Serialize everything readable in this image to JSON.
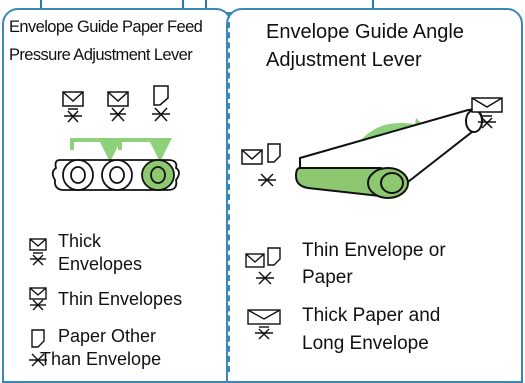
{
  "left_panel": {
    "title_line1": "Envelope Guide Paper Feed",
    "title_line2": "Pressure Adjustment Lever",
    "legend": [
      {
        "icon": "thick-envelope-icon",
        "line1": "Thick",
        "line2": "Envelopes"
      },
      {
        "icon": "thin-envelope-icon",
        "line1": "Thin Envelopes"
      },
      {
        "icon": "paper-icon",
        "line1": "Paper Other",
        "line2": "Than Envelope"
      }
    ]
  },
  "right_panel": {
    "title_line1": "Envelope Guide Angle",
    "title_line2": "Adjustment Lever",
    "legend": [
      {
        "icon": "thin-envelope-or-paper-icon",
        "line1": "Thin Envelope or",
        "line2": "Paper"
      },
      {
        "icon": "thick-paper-long-envelope-icon",
        "line1": "Thick Paper and",
        "line2": "Long Envelope"
      }
    ]
  },
  "colors": {
    "border": "#3a88b8",
    "lever_green": "#8dc870",
    "arrow_green": "#8fd07a"
  }
}
